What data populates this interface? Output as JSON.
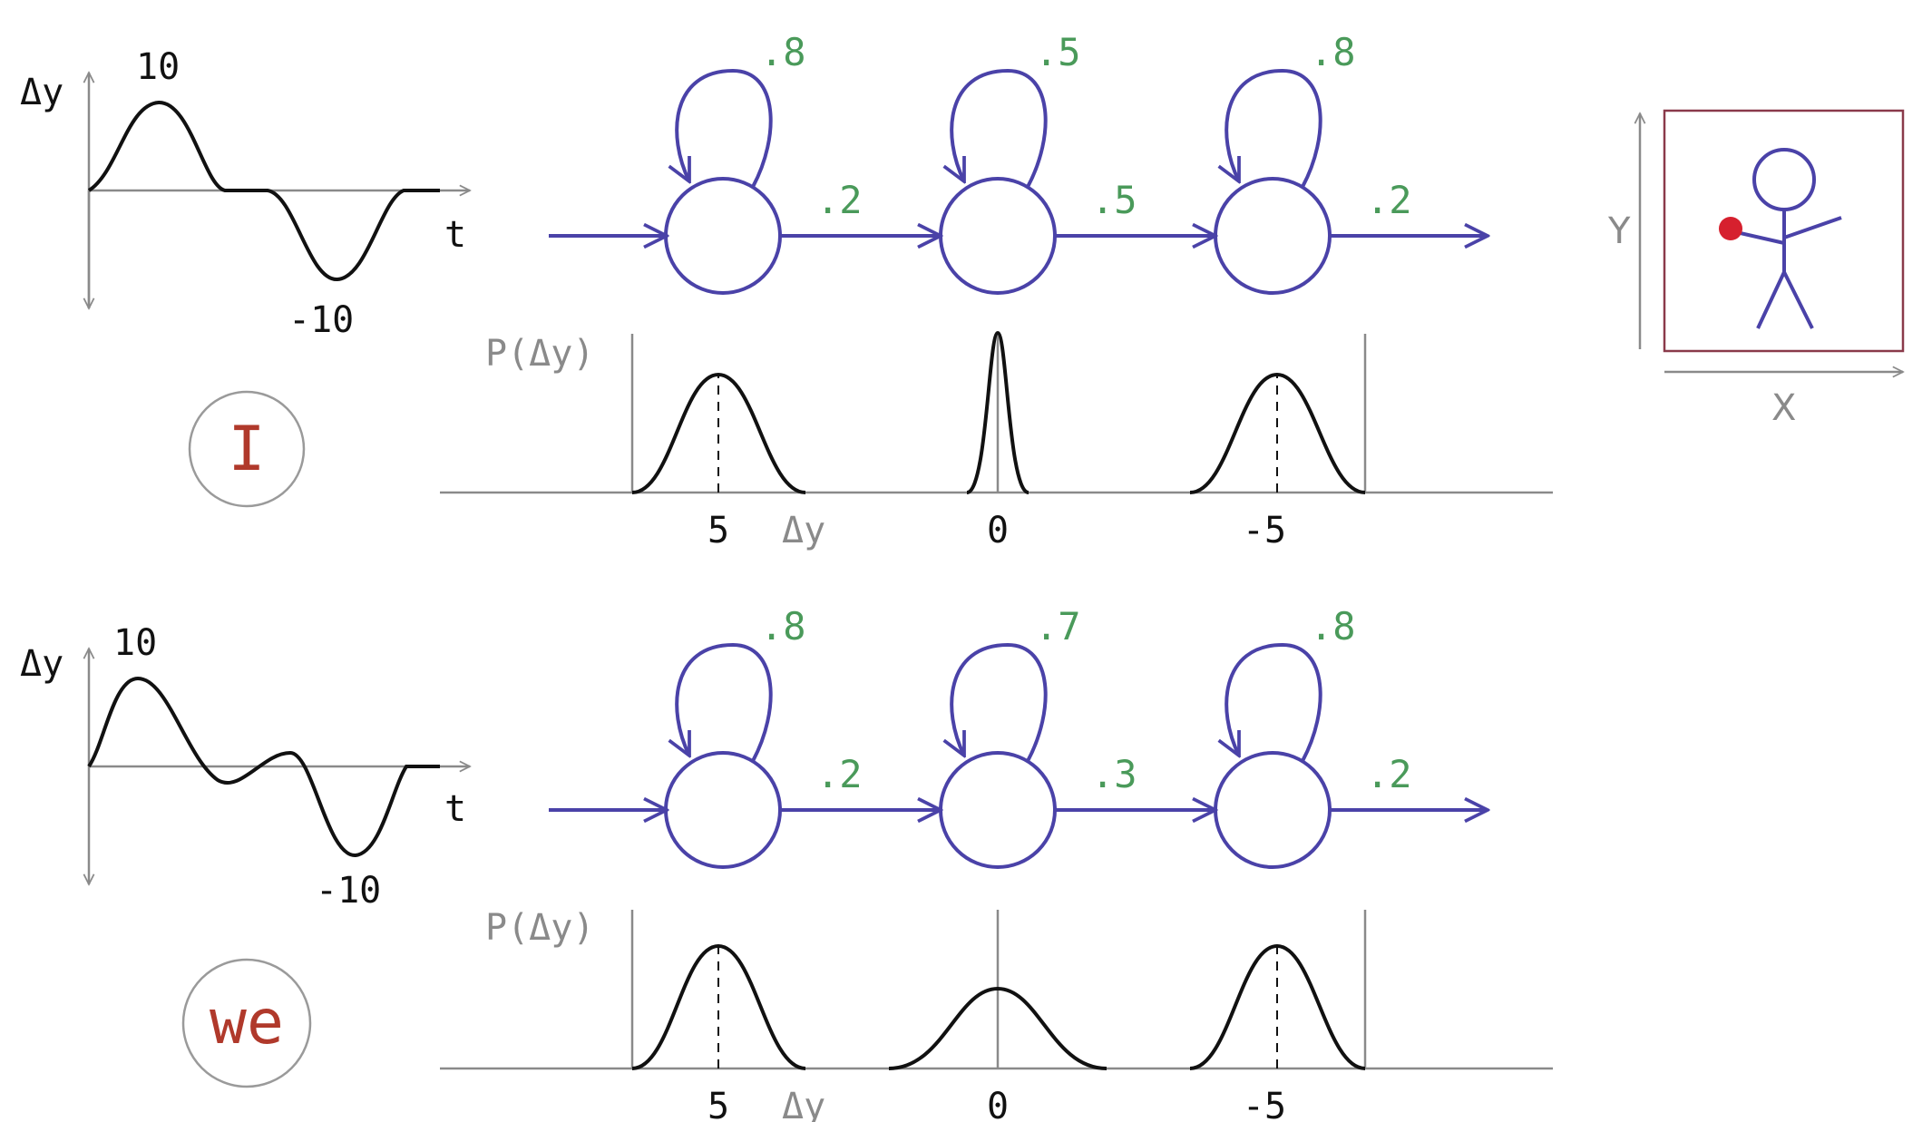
{
  "rows": [
    {
      "word": "I",
      "signal": {
        "y_label": "Δy",
        "t_label": "t",
        "peak_label": "10",
        "trough_label": "-10"
      },
      "self_probs": [
        ".8",
        ".5",
        ".8"
      ],
      "trans_probs": [
        ".2",
        ".5",
        ".2"
      ],
      "dist_ylabel": "P(Δy)",
      "dist_xlabel": "Δy",
      "dist_ticks": [
        "5",
        "0",
        "-5"
      ]
    },
    {
      "word": "we",
      "signal": {
        "y_label": "Δy",
        "t_label": "t",
        "peak_label": "10",
        "trough_label": "-10"
      },
      "self_probs": [
        ".8",
        ".7",
        ".8"
      ],
      "trans_probs": [
        ".2",
        ".3",
        ".2"
      ],
      "dist_ylabel": "P(Δy)",
      "dist_xlabel": "Δy",
      "dist_ticks": [
        "5",
        "0",
        "-5"
      ]
    }
  ],
  "figure": {
    "x_label": "X",
    "y_label": "Y"
  },
  "colors": {
    "hmm": "#4a42a8",
    "prob_text": "#4a9a5a",
    "word": "#b0392b",
    "hand_dot": "#d6202e",
    "frame": "#8a3a4a"
  }
}
